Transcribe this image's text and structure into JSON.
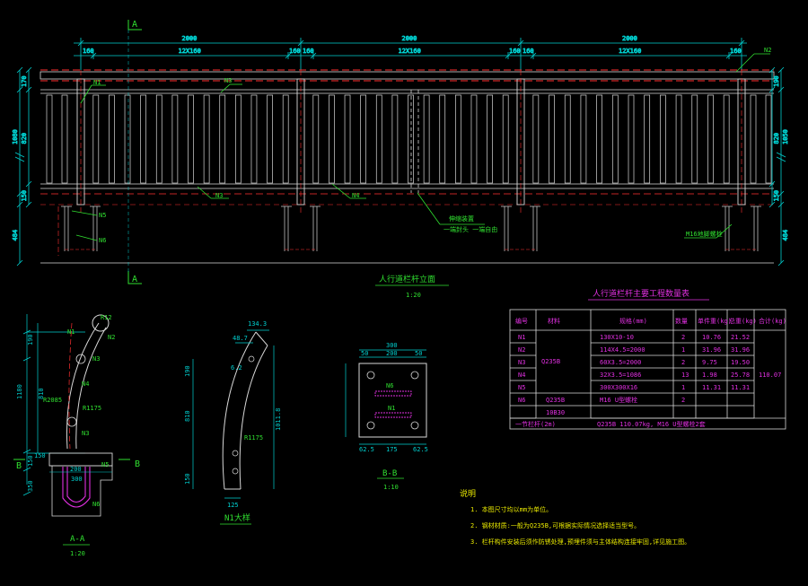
{
  "colors": {
    "background": "#000000",
    "dim": "#00d0d0",
    "line": "#d8d8d8",
    "red": "#ff3030",
    "green": "#30e030",
    "yellow": "#e8e800",
    "magenta": "#e030e0"
  },
  "elevation": {
    "top_dims": [
      "2000",
      "2000",
      "2000"
    ],
    "sub_dims": [
      "160",
      "12X160",
      "160",
      "160",
      "12X160",
      "160",
      "160",
      "12X160",
      "160"
    ],
    "left_dims": [
      "170",
      "1080",
      "820",
      "150",
      "484"
    ],
    "right_dims": [
      "190",
      "1050",
      "820",
      "150",
      "484"
    ],
    "section_marks": [
      "A",
      "A"
    ],
    "labels": {
      "n1": "N1",
      "n2": "N2",
      "n3_top": "N3",
      "n3_bottom": "N3",
      "n4": "N4",
      "n5": "N5",
      "n6": "N6"
    },
    "callout_joint_l1": "伸缩装置",
    "callout_joint_l2": "一端封头  一端自由",
    "callout_bolt": "M16地脚螺栓",
    "title": "人行道栏杆立面",
    "scale": "1:20"
  },
  "section_aa": {
    "dims": [
      "190",
      "810",
      "1180",
      "150",
      "350"
    ],
    "inner_dims": [
      "200",
      "300"
    ],
    "labels": [
      "R12",
      "N1",
      "N2",
      "N3",
      "N4",
      "N5",
      "N6",
      "R1175",
      "R2085",
      "150"
    ],
    "title": "A-A",
    "scale": "1:20"
  },
  "section_b_mark": "B",
  "n1_detail": {
    "dims": [
      "134.3",
      "48.7",
      "6.2",
      "190",
      "810",
      "R1175",
      "1011.8",
      "150",
      "125"
    ],
    "title": "N1大样"
  },
  "section_bb": {
    "dims": [
      "300",
      "50",
      "200",
      "50",
      "62.5",
      "175",
      "62.5"
    ],
    "labels": [
      "N6",
      "N1"
    ],
    "title": "B-B",
    "scale": "1:10"
  },
  "table": {
    "title": "人行道栏杆主要工程数量表",
    "headers": [
      "编号",
      "材料",
      "规格(mm)",
      "数量",
      "单件重(kg)",
      "总重(kg)",
      "合计(kg)"
    ],
    "material_merged": "Q235B",
    "rows": [
      {
        "no": "N1",
        "spec": "130X10-10",
        "qty": "2",
        "unit": "10.76",
        "total": "21.52"
      },
      {
        "no": "N2",
        "spec": "114X4.5=2000",
        "qty": "1",
        "unit": "31.96",
        "total": "31.96"
      },
      {
        "no": "N3",
        "spec": "60X3.5=2000",
        "qty": "2",
        "unit": "9.75",
        "total": "19.50"
      },
      {
        "no": "N4",
        "spec": "32X3.5=1086",
        "qty": "13",
        "unit": "1.98",
        "total": "25.78"
      },
      {
        "no": "N5",
        "spec": "300X300X16",
        "qty": "1",
        "unit": "11.31",
        "total": "11.31"
      },
      {
        "no": "N6",
        "spec": "M16 U型螺栓",
        "qty": "2",
        "unit": "",
        "total": ""
      }
    ],
    "n5_material": "Q235B",
    "n6_material": "10B30",
    "sum": "110.07",
    "footer_left": "一节栏杆(2m)",
    "footer_right": "Q235B 110.07kg, M16 U型螺栓2套"
  },
  "notes": {
    "heading": "说明",
    "items": [
      "1. 本图尺寸均以mm为单位。",
      "2. 钢材材质:一般为Q235B,可根据实际情况选择适当型号。",
      "3. 栏杆构件安装后须作防锈处理,预埋件须与主体结构连接牢固,详见施工图。"
    ]
  }
}
